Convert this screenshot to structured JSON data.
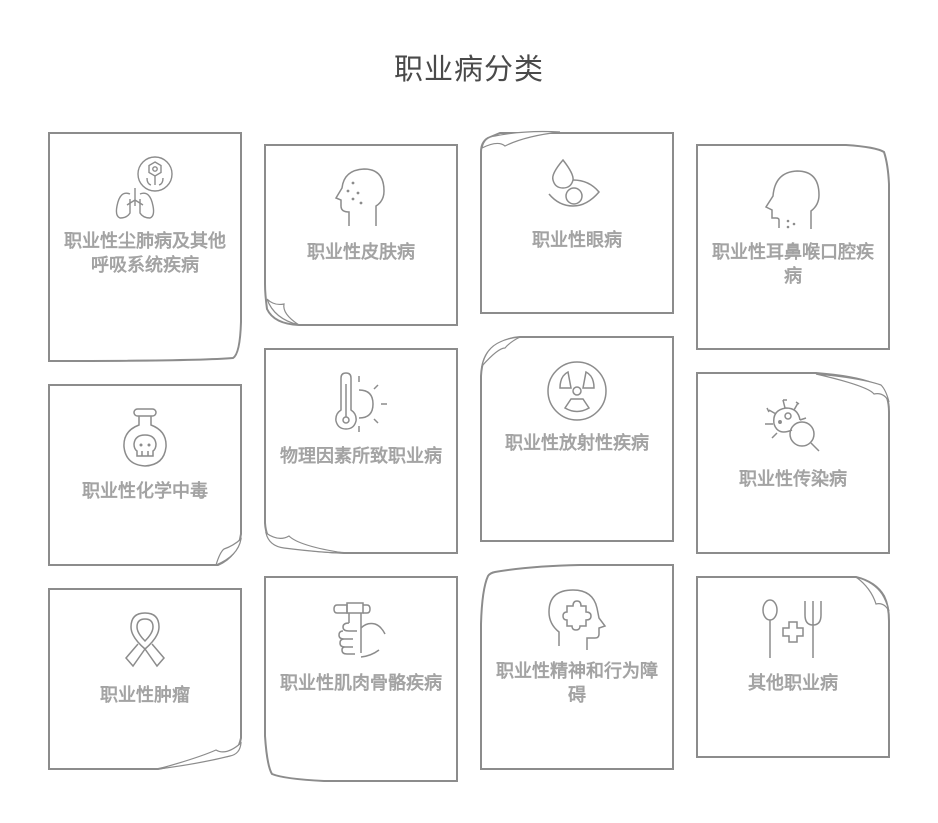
{
  "title": "职业病分类",
  "colors": {
    "stroke": "#8c8c8c",
    "label": "#a3a3a3",
    "title": "#4a4a4a",
    "background": "#ffffff"
  },
  "cards": [
    {
      "label": "职业性尘肺病及其他呼吸系统疾病",
      "icon": "lungs-virus-icon"
    },
    {
      "label": "职业性皮肤病",
      "icon": "face-spots-icon"
    },
    {
      "label": "职业性眼病",
      "icon": "eye-drop-icon"
    },
    {
      "label": "职业性耳鼻喉口腔疾病",
      "icon": "head-throat-icon"
    },
    {
      "label": "职业性化学中毒",
      "icon": "flask-skull-icon"
    },
    {
      "label": "物理因素所致职业病",
      "icon": "thermometer-sun-icon"
    },
    {
      "label": "职业性放射性疾病",
      "icon": "radiation-icon"
    },
    {
      "label": "职业性传染病",
      "icon": "bacteria-magnifier-icon"
    },
    {
      "label": "职业性肿瘤",
      "icon": "ribbon-icon"
    },
    {
      "label": "职业性肌肉骨骼疾病",
      "icon": "hand-grip-icon"
    },
    {
      "label": "职业性精神和行为障碍",
      "icon": "head-puzzle-icon"
    },
    {
      "label": "其他职业病",
      "icon": "spoon-cross-fork-icon"
    }
  ]
}
